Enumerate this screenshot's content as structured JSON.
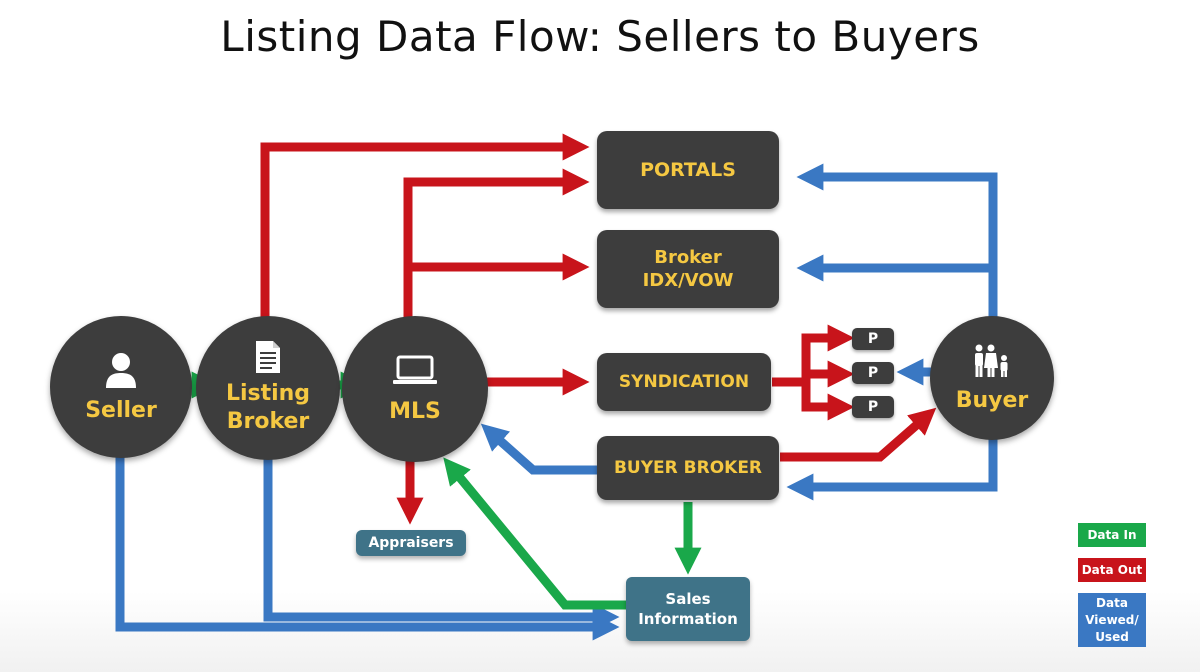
{
  "title": "Listing Data Flow: Sellers to Buyers",
  "nodes": {
    "seller": "Seller",
    "listing_broker": [
      "Listing",
      "Broker"
    ],
    "mls": "MLS",
    "buyer": "Buyer",
    "portals": "PORTALS",
    "broker_idx": [
      "Broker",
      "IDX/VOW"
    ],
    "syndication": "SYNDICATION",
    "buyer_broker": "BUYER BROKER",
    "appraisers": "Appraisers",
    "sales_information": [
      "Sales",
      "Information"
    ],
    "portal_chips": [
      "P",
      "P",
      "P"
    ]
  },
  "icons": {
    "seller": "person-icon",
    "listing_broker": "document-icon",
    "mls": "laptop-icon",
    "buyer": "family-icon"
  },
  "legend": {
    "data_in": "Data In",
    "data_out": "Data Out",
    "data_viewed": [
      "Data",
      "Viewed/",
      "Used"
    ]
  },
  "colors": {
    "data_in": "#1aa84a",
    "data_out": "#c8141b",
    "data_viewed": "#3a78c3",
    "node": "#3d3d3d",
    "node_text": "#f5c842",
    "secondary_node": "#3f7388"
  }
}
